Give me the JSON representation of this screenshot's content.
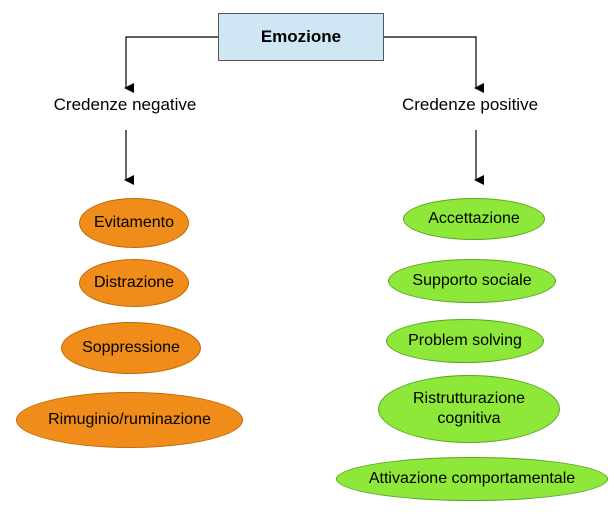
{
  "root": {
    "label": "Emozione"
  },
  "negative": {
    "heading": "Credenze negative",
    "items": [
      "Evitamento",
      "Distrazione",
      "Soppressione",
      "Rimuginio/ruminazione"
    ]
  },
  "positive": {
    "heading": "Credenze positive",
    "items": [
      "Accettazione",
      "Supporto sociale",
      "Problem solving",
      "Ristrutturazione cognitiva",
      "Attivazione comportamentale"
    ]
  },
  "colors": {
    "root_fill": "#cfe7f5",
    "negative_fill": "#f08c1a",
    "positive_fill": "#8de83a"
  }
}
